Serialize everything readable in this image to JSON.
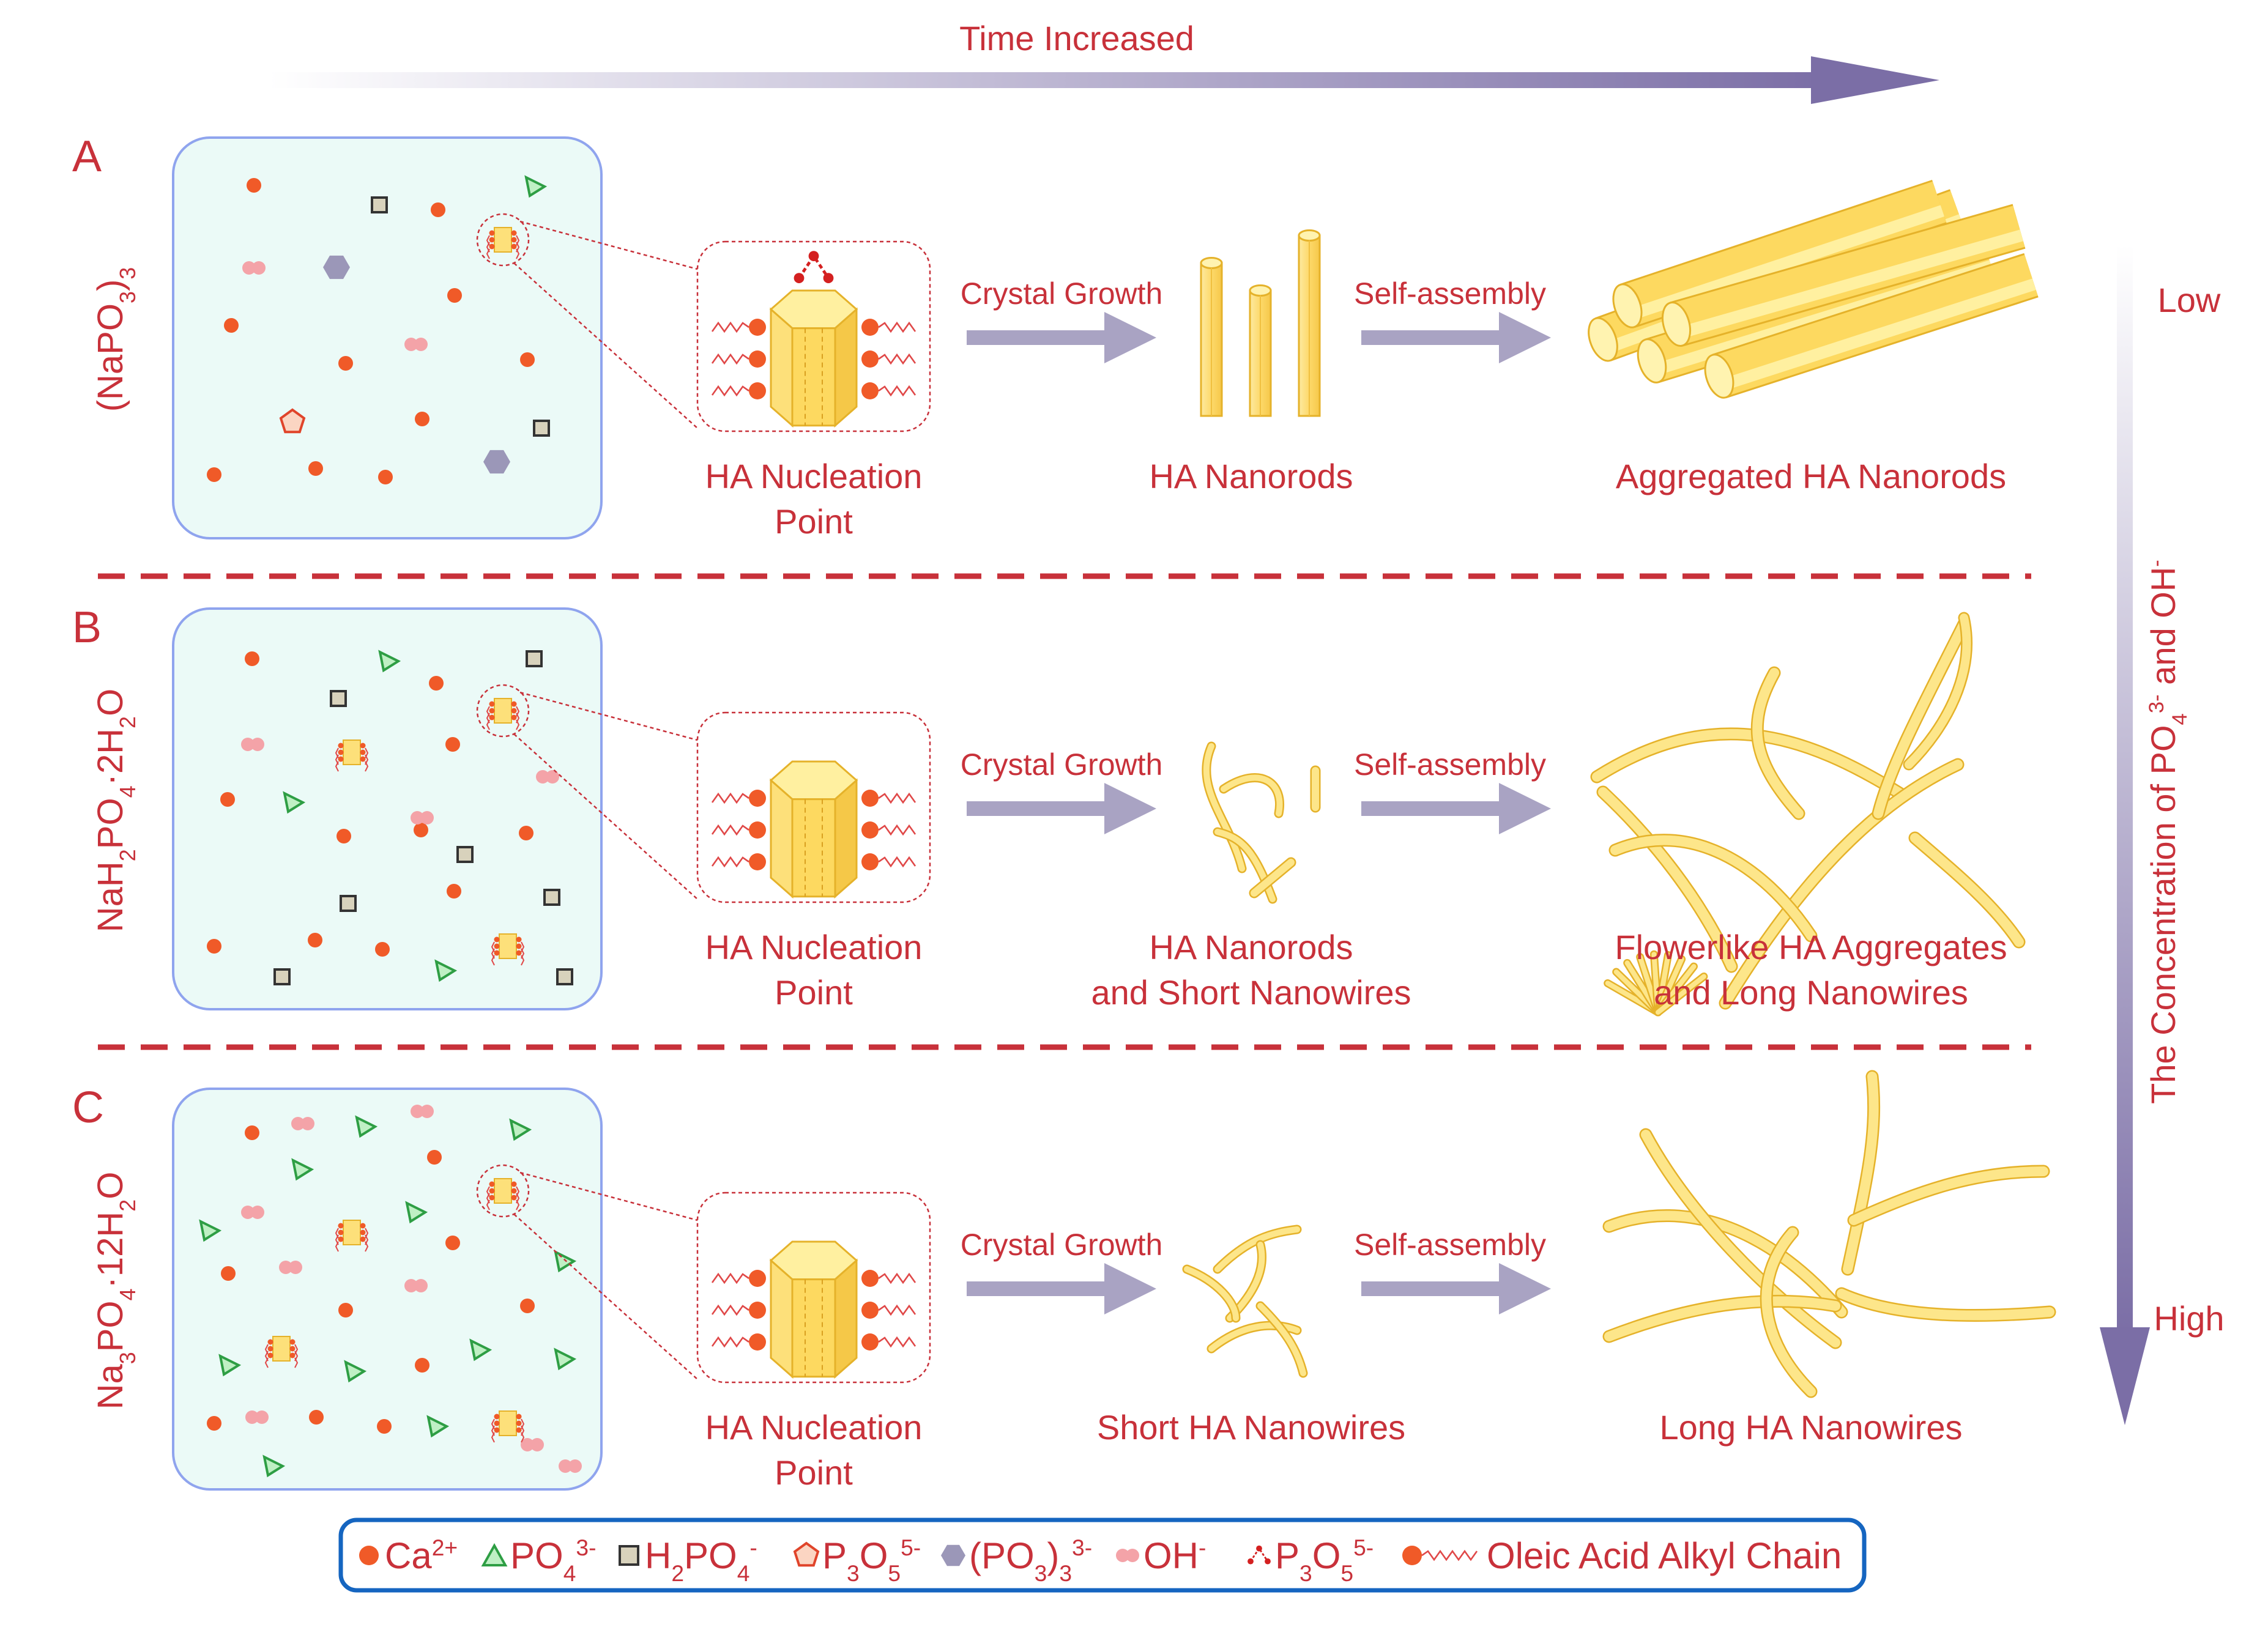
{
  "colors": {
    "accent": "#c8313a",
    "ca": "#f05a28",
    "po4": "#2e9e44",
    "h2po4": "#d8d2bc",
    "p3o5_pent": "#f4a98c",
    "po3": "#9b97b8",
    "oh": "#f4a3a8",
    "box_fill": "#ebfaf7",
    "box_stroke": "#8fa4ee",
    "arrow": "#a9a3c3",
    "crystal": "#fde07a",
    "legend_border": "#1565c0"
  },
  "top_axis": {
    "label": "Time Increased"
  },
  "right_axis": {
    "label": "The Concentration of PO",
    "label_sub": "4",
    "label_sup": "3-",
    "label_tail": " and OH",
    "label_tail_sup": "-",
    "low": "Low",
    "high": "High"
  },
  "rows": [
    {
      "letter": "A",
      "reagent_parts": [
        [
          "(NaPO",
          ""
        ],
        [
          "3",
          "sub"
        ],
        [
          ")",
          ""
        ],
        [
          "3",
          "sub"
        ]
      ],
      "nucleation_label_line1": "HA Nucleation",
      "nucleation_label_line2": "Point",
      "growth_label": "Crystal Growth",
      "assembly_label": "Self-assembly",
      "stage2_line1": "HA Nanorods",
      "stage2_line2": "",
      "stage3_line1": "Aggregated HA Nanorods",
      "stage3_line2": ""
    },
    {
      "letter": "B",
      "reagent_parts": [
        [
          "NaH",
          ""
        ],
        [
          "2",
          "sub"
        ],
        [
          "PO",
          ""
        ],
        [
          "4",
          "sub"
        ],
        [
          "·2H",
          ""
        ],
        [
          "2",
          "sub"
        ],
        [
          "O",
          ""
        ]
      ],
      "nucleation_label_line1": "HA Nucleation",
      "nucleation_label_line2": "Point",
      "growth_label": "Crystal Growth",
      "assembly_label": "Self-assembly",
      "stage2_line1": "HA Nanorods",
      "stage2_line2": "and Short Nanowires",
      "stage3_line1": "Flowerlike HA Aggregates",
      "stage3_line2": "and Long Nanowires"
    },
    {
      "letter": "C",
      "reagent_parts": [
        [
          "Na",
          ""
        ],
        [
          "3",
          "sub"
        ],
        [
          "PO",
          ""
        ],
        [
          "4",
          "sub"
        ],
        [
          "·12H",
          ""
        ],
        [
          "2",
          "sub"
        ],
        [
          "O",
          ""
        ]
      ],
      "nucleation_label_line1": "HA Nucleation",
      "nucleation_label_line2": "Point",
      "growth_label": "Crystal Growth",
      "assembly_label": "Self-assembly",
      "stage2_line1": "Short HA Nanowires",
      "stage2_line2": "",
      "stage3_line1": "Long HA Nanowires",
      "stage3_line2": ""
    }
  ],
  "legend": [
    {
      "icon": "calcium-ion-icon",
      "parts": [
        [
          "Ca",
          ""
        ],
        [
          "2+",
          "sup"
        ]
      ]
    },
    {
      "icon": "phosphate-triangle-icon",
      "parts": [
        [
          "PO",
          ""
        ],
        [
          "4",
          "sub"
        ],
        [
          "3-",
          "sup"
        ]
      ]
    },
    {
      "icon": "dihydrogen-phosphate-square-icon",
      "parts": [
        [
          "H",
          ""
        ],
        [
          "2",
          "sub"
        ],
        [
          "PO",
          ""
        ],
        [
          "4",
          "sub"
        ],
        [
          "-",
          "sup"
        ]
      ]
    },
    {
      "icon": "p3o5-pentagon-icon",
      "parts": [
        [
          "P",
          ""
        ],
        [
          "3",
          "sub"
        ],
        [
          "O",
          ""
        ],
        [
          "5",
          "sub"
        ],
        [
          "5-",
          "sup"
        ]
      ]
    },
    {
      "icon": "metaphosphate-hexagon-icon",
      "parts": [
        [
          "(PO",
          ""
        ],
        [
          "3",
          "sub"
        ],
        [
          ")",
          ""
        ],
        [
          "3",
          "sub"
        ],
        [
          "3-",
          "sup"
        ]
      ]
    },
    {
      "icon": "hydroxide-icon",
      "parts": [
        [
          "OH",
          ""
        ],
        [
          "-",
          "sup"
        ]
      ]
    },
    {
      "icon": "p3o5-cluster-icon",
      "parts": [
        [
          "P",
          ""
        ],
        [
          "3",
          "sub"
        ],
        [
          "O",
          ""
        ],
        [
          "5",
          "sub"
        ],
        [
          "5-",
          "sup"
        ]
      ]
    },
    {
      "icon": "oleic-chain-icon",
      "parts": [
        [
          "Oleic Acid Alkyl Chain",
          ""
        ]
      ]
    }
  ]
}
